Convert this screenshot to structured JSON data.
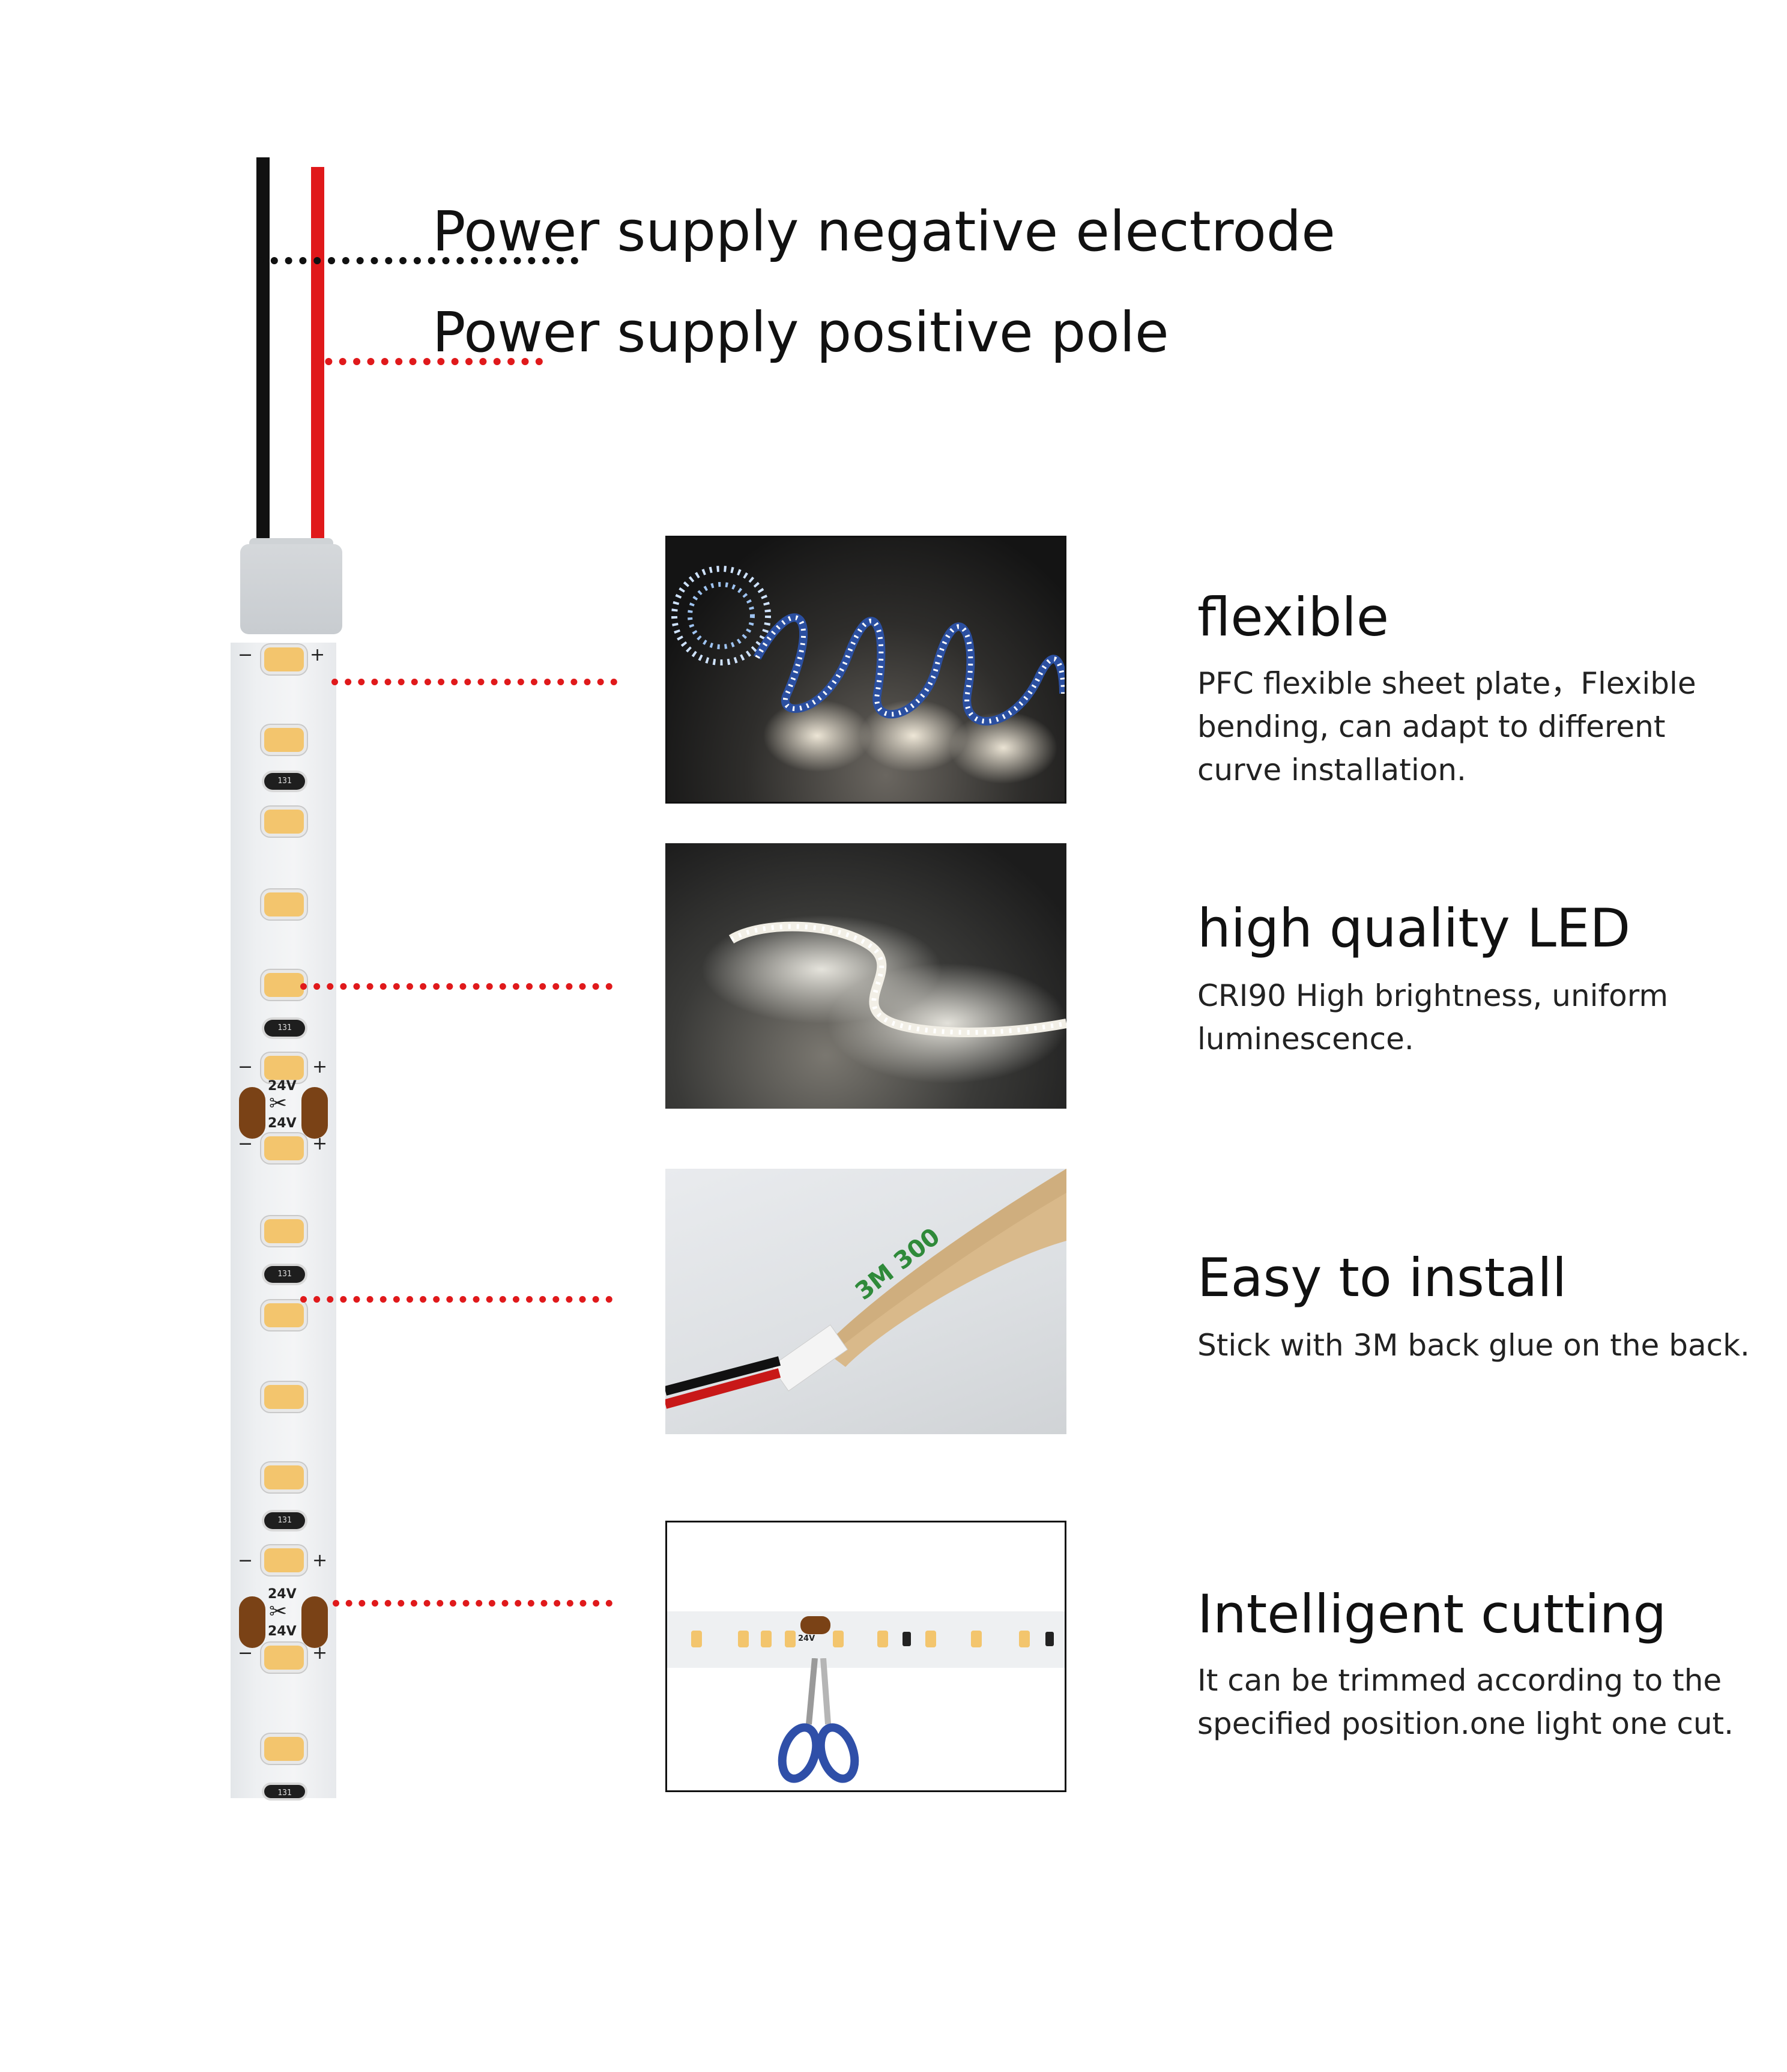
{
  "wires": {
    "negative_label": "Power supply negative electrode",
    "positive_label": "Power supply positive pole"
  },
  "strip": {
    "cut_marks": [
      {
        "top_voltage": "24V",
        "bottom_voltage": "24V",
        "scissors_icon": "scissors-icon",
        "plus": "+",
        "minus": "−"
      },
      {
        "top_voltage": "24V",
        "bottom_voltage": "24V",
        "scissors_icon": "scissors-icon",
        "plus": "+",
        "minus": "−"
      }
    ],
    "resistor_code": "131",
    "end_plus": "+",
    "end_minus": "−"
  },
  "features": [
    {
      "title": "flexible",
      "lines": [
        "PFC flexible sheet plate，Flexible",
        "bending, can adapt to different",
        "curve installation."
      ]
    },
    {
      "title": "high quality LED",
      "lines": [
        "CRI90 High brightness, uniform",
        "luminescence."
      ]
    },
    {
      "title": "Easy to install",
      "lines": [
        "Stick with 3M back glue on the back."
      ]
    },
    {
      "title": "Intelligent cutting",
      "lines": [
        "It can be trimmed according to the",
        "specified position.one light one cut."
      ]
    }
  ],
  "photo_labels": {
    "tape_brand": "3M 300",
    "mini_voltage": "24V"
  },
  "colors": {
    "negative_wire": "#111111",
    "positive_wire": "#e0191b",
    "connector_dots": "#e0191b",
    "led": "#f3c56d",
    "solder_pad": "#7a4216",
    "scissors_handle": "#2f4fa8"
  }
}
